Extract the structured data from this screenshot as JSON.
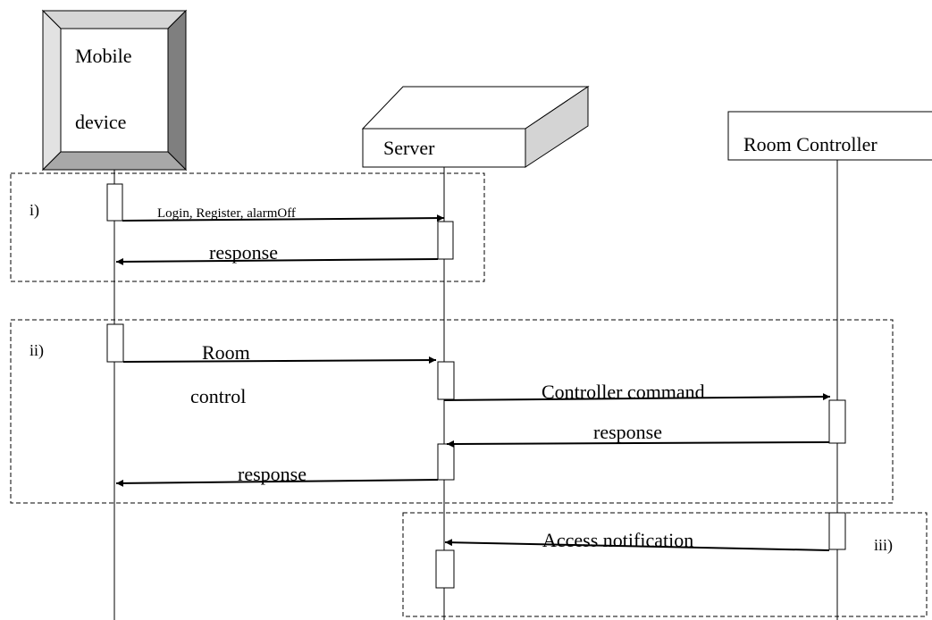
{
  "participants": {
    "mobile": {
      "line1": "Mobile",
      "line2": "device"
    },
    "server": {
      "label": "Server"
    },
    "controller": {
      "label": "Room Controller"
    }
  },
  "fragments": {
    "i": {
      "label": "i)"
    },
    "ii": {
      "label": "ii)"
    },
    "iii": {
      "label": "iii)"
    }
  },
  "messages": {
    "login": "Login, Register, alarmOff",
    "login_response": "response",
    "room_control_line1": "Room",
    "room_control_line2": "control",
    "controller_command": "Controller command",
    "controller_response": "response",
    "server_response": "response",
    "access_notification": "Access notification"
  },
  "colors": {
    "line": "#000000",
    "bevel_light": "#c8c8c8",
    "bevel_dark": "#8c8c8c",
    "box_side": "#d0d0d0"
  }
}
